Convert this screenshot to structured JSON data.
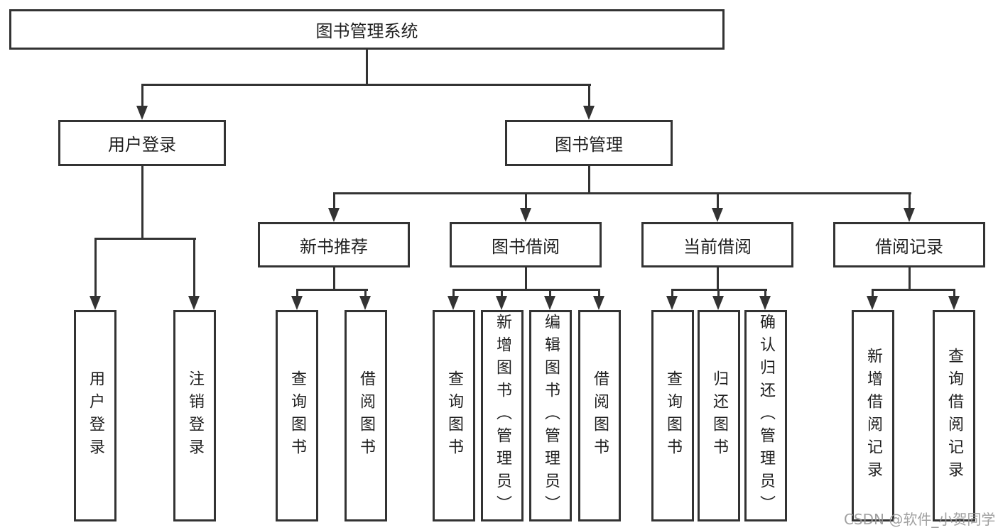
{
  "diagram": {
    "root": {
      "label": "图书管理系统"
    },
    "branches": [
      {
        "label": "用户登录",
        "children": [
          {
            "label": "用户登录"
          },
          {
            "label": "注销登录"
          }
        ]
      },
      {
        "label": "图书管理",
        "groups": [
          {
            "label": "新书推荐",
            "children": [
              {
                "label": "查询图书"
              },
              {
                "label": "借阅图书"
              }
            ]
          },
          {
            "label": "图书借阅",
            "children": [
              {
                "label": "查询图书"
              },
              {
                "label": "新增图书（管理员）"
              },
              {
                "label": "编辑图书（管理员）"
              },
              {
                "label": "借阅图书"
              }
            ]
          },
          {
            "label": "当前借阅",
            "children": [
              {
                "label": "查询图书"
              },
              {
                "label": "归还图书"
              },
              {
                "label": "确认归还（管理员）"
              }
            ]
          },
          {
            "label": "借阅记录",
            "children": [
              {
                "label": "新增借阅记录"
              },
              {
                "label": "查询借阅记录"
              }
            ]
          }
        ]
      }
    ]
  },
  "watermark": "CSDN @软件_小贺同学"
}
